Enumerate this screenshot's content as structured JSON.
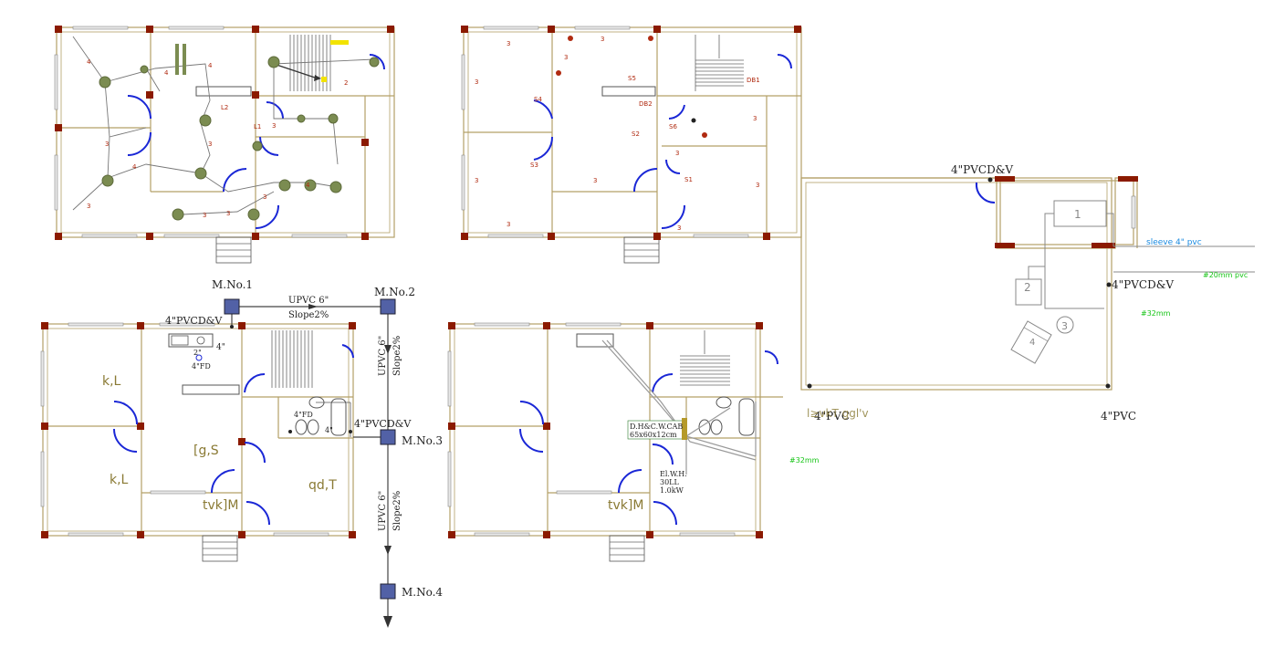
{
  "plan_bottom_left": {
    "manholes": [
      "M.No.1",
      "M.No.2",
      "M.No.3",
      "M.No.4"
    ],
    "pipe_labels": {
      "top_pipe": "UPVC 6\"",
      "top_slope": "Slope2%",
      "right_pipe_1": "UPVC 6\"",
      "right_slope_1": "Slope2%",
      "right_pipe_2": "UPVC 6\"",
      "right_slope_2": "Slope2%",
      "vent_1": "4\"PVCD&V",
      "vent_2": "4\"PVCD&V",
      "small_4": "4\"",
      "small_2": "2\"",
      "fd_1": "4\"FD",
      "fd_2": "4\"FD",
      "small_4b": "4\""
    },
    "room_labels": [
      "k,L",
      "k,L",
      "[g,S",
      "tvk]M",
      "qd,T"
    ]
  },
  "plan_bottom_middle": {
    "geyser_box": [
      "D.H&C.W.CAB",
      "65x60x12cm"
    ],
    "heater": [
      "El.W.H.",
      "30LL",
      "1.0kW"
    ],
    "room_label": "tvk]M",
    "green_label": "#32mm"
  },
  "plan_top_middle": {
    "switches": [
      "S5",
      "DB2",
      "S4",
      "S2",
      "S6",
      "S3",
      "S1",
      "DB1"
    ]
  },
  "plan_top_left": {
    "light_labels": [
      "L2",
      "L1"
    ]
  },
  "plan_right": {
    "vent_top": "4\"PVCD&V",
    "vent_right": "4\"PVCD&V",
    "sleeve": "sleeve 4\" pvc",
    "green_1": "#20mm pvc",
    "green_2": "#32mm",
    "bottom_left_1": "4\"PVC",
    "bottom_left_2": "l≥vkT ggl'v",
    "bottom_right": "4\"PVC",
    "fixtures": [
      "1",
      "2",
      "3",
      "4"
    ]
  }
}
